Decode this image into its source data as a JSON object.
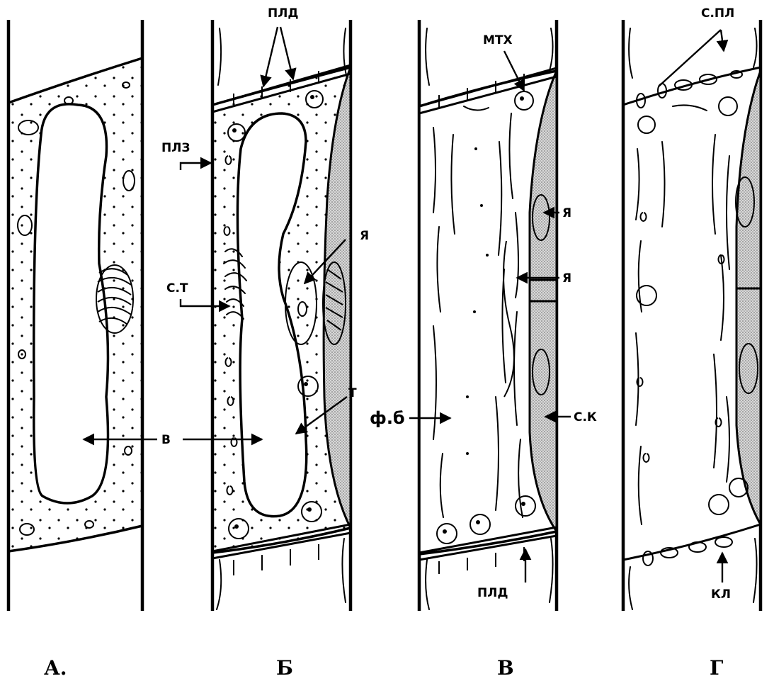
{
  "labels": {
    "pld_top": "ПЛД",
    "plz": "ПЛЗ",
    "st": "С.Т",
    "ya_b": "Я",
    "v_b": "В",
    "t": "Т",
    "mtx": "МТХ",
    "ya_v1": "Я",
    "ya_v2": "Я",
    "fb": "ф.б",
    "sk": "С.К",
    "pld_bottom": "ПЛД",
    "spl": "С.ПЛ",
    "kl": "КЛ"
  },
  "panels": [
    "А.",
    "Б",
    "В",
    "Г"
  ],
  "colors": {
    "ink": "#000000",
    "background": "#ffffff"
  }
}
